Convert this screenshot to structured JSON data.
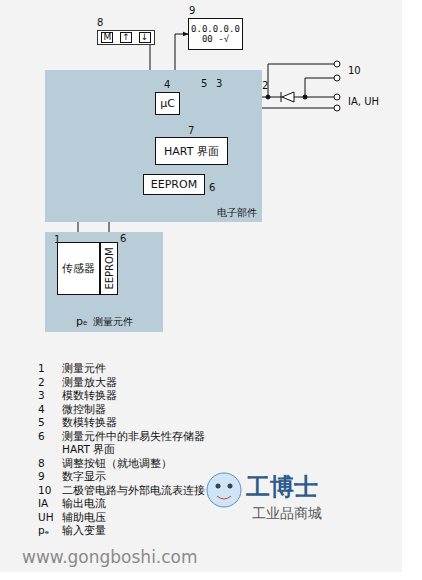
{
  "diagram": {
    "nodes": [
      {
        "text": [
          "M",
          "↑",
          "↓"
        ]
      },
      {
        "text": [
          "0.0.0.0.0",
          "00 -√"
        ]
      },
      {
        "text": [
          "电子部件"
        ]
      },
      {
        "text": [
          "µC"
        ],
        "in": 2
      },
      {
        "text": [
          "HART 界面"
        ],
        "in": 2
      },
      {
        "text": [
          "EEPROM"
        ],
        "in": 2
      },
      {
        "text": [
          "测量元件"
        ]
      },
      {
        "text": [
          "传感器"
        ],
        "in": 6
      },
      {
        "text": [
          "EEPROM"
        ],
        "in": 6
      }
    ],
    "edges": [
      {
        "from": 0,
        "to": 3,
        "arrow": "to"
      },
      {
        "from": 3,
        "to": 1,
        "arrow": "to"
      },
      {
        "from": 3,
        "to": 4,
        "arrow": "both"
      },
      {
        "from": 5,
        "to": 3,
        "arrow": "none"
      },
      {
        "from": 8,
        "to": 3,
        "arrow": "none"
      }
    ],
    "labels": [
      "8",
      "9",
      "4",
      "5",
      "3",
      "2",
      "10",
      "IA, UH",
      "7",
      "6",
      "1",
      "6",
      "pₑ",
      "1",
      "测量元件",
      "2",
      "测量放大器",
      "3",
      "模数转换器",
      "4",
      "微控制器",
      "5",
      "数模转换器",
      "6",
      "测量元件中的非易失性存储器",
      "HART 界面",
      "8",
      "调整按钮（就地调整）",
      "9",
      "数字显示",
      "10",
      "二极管电路与外部电流表连接",
      "IA",
      "输出电流",
      "UH",
      "辅助电压",
      "pₑ",
      "输入变量",
      "工博士",
      "工业品商城",
      "www.gongboshi.com"
    ]
  }
}
